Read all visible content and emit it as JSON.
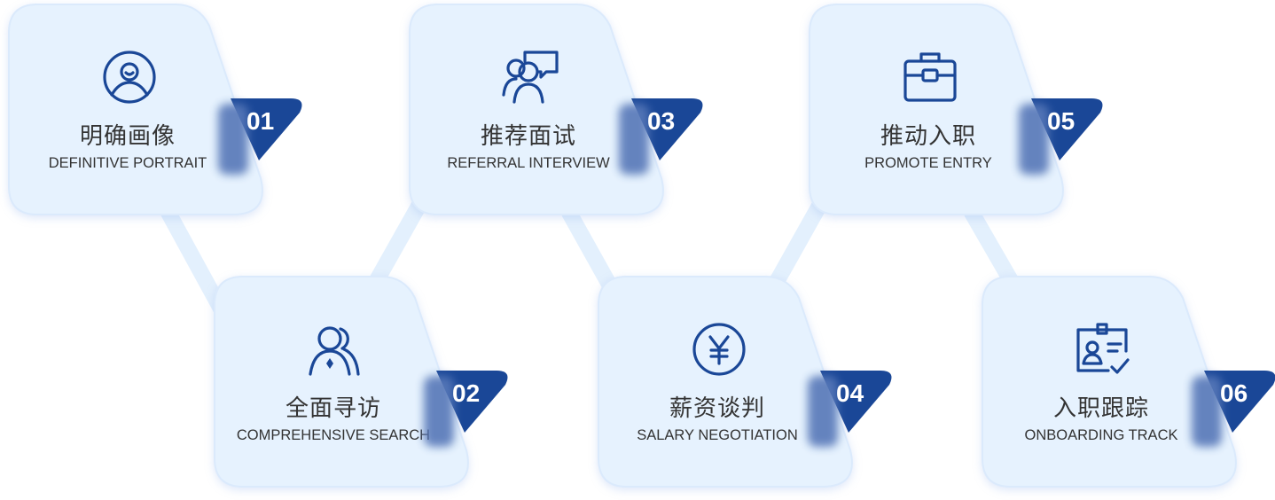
{
  "colors": {
    "card": "#e6f2fe",
    "accent": "#1a4797",
    "connector": "#ddeeff"
  },
  "steps": [
    {
      "num": "01",
      "title": "明确画像",
      "subtitle": "DEFINITIVE PORTRAIT",
      "icon": "user-circle-icon"
    },
    {
      "num": "02",
      "title": "全面寻访",
      "subtitle": "COMPREHENSIVE SEARCH",
      "icon": "users-icon"
    },
    {
      "num": "03",
      "title": "推荐面试",
      "subtitle": "REFERRAL INTERVIEW",
      "icon": "users-chat-icon"
    },
    {
      "num": "04",
      "title": "薪资谈判",
      "subtitle": "SALARY NEGOTIATION",
      "icon": "yen-circle-icon"
    },
    {
      "num": "05",
      "title": "推动入职",
      "subtitle": "PROMOTE ENTRY",
      "icon": "briefcase-icon"
    },
    {
      "num": "06",
      "title": "入职跟踪",
      "subtitle": "ONBOARDING TRACK",
      "icon": "id-badge-check-icon"
    }
  ]
}
